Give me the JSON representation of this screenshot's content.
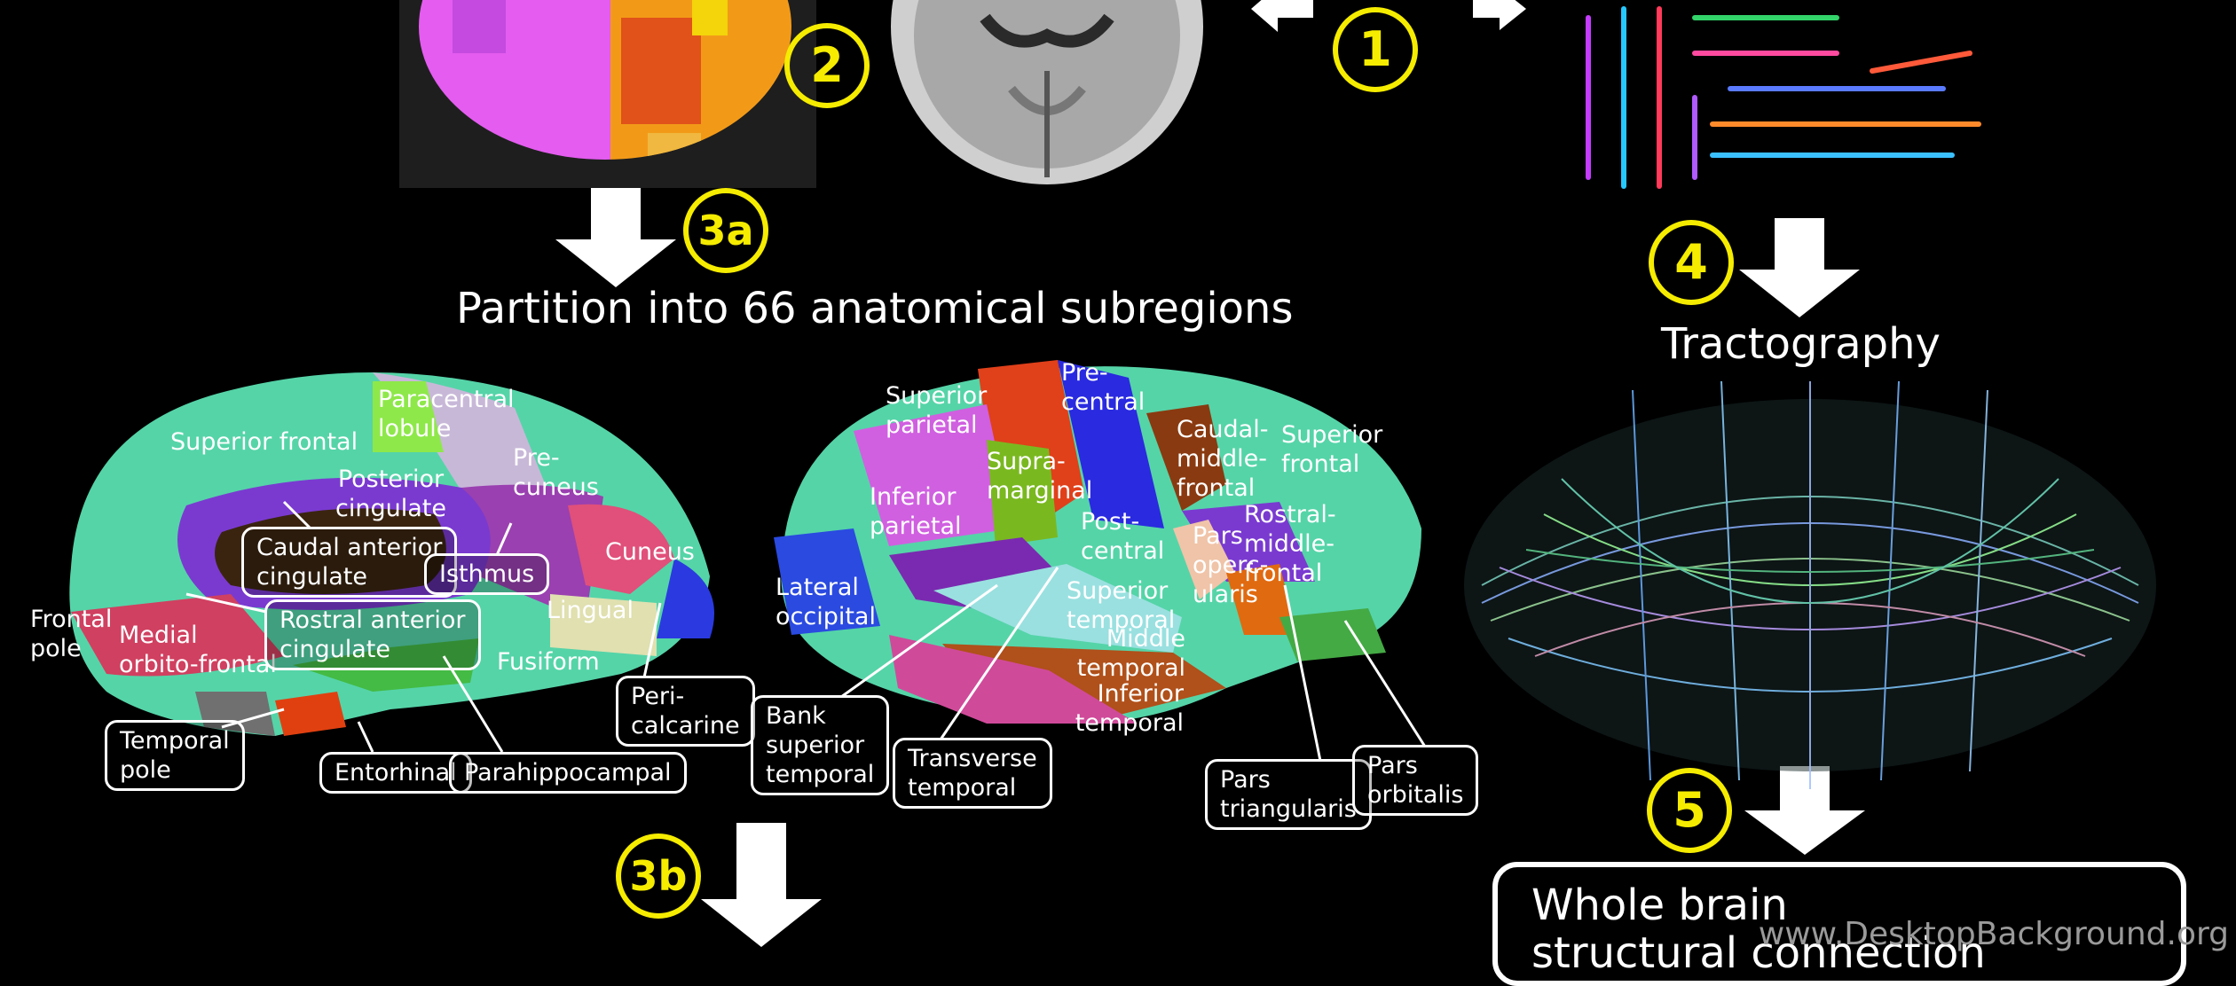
{
  "steps": {
    "s1": "1",
    "s2": "2",
    "s3a": "3a",
    "s3b": "3b",
    "s4": "4",
    "s5": "5"
  },
  "headings": {
    "partition": "Partition into 66 anatomical subregions",
    "tractography": "Tractography",
    "network": "Whole brain structural connection network"
  },
  "medial_labels": {
    "superior_frontal": "Superior frontal",
    "paracentral": "Paracentral\nlobule",
    "posterior_cingulate": "Posterior\ncingulate",
    "precuneus": "Pre-\ncuneus",
    "cuneus": "Cuneus",
    "lingual": "Lingual",
    "fusiform": "Fusiform",
    "frontal_pole": "Frontal\npole",
    "medial_orbitofrontal": "Medial\norbito-frontal"
  },
  "medial_boxes": {
    "caudal_anterior_cingulate": "Caudal anterior\ncingulate",
    "isthmus": "Isthmus",
    "rostral_anterior_cingulate": "Rostral anterior\ncingulate",
    "pericalcarine": "Peri-\ncalcarine",
    "temporal_pole": "Temporal\npole",
    "entorhinal": "Entorhinal",
    "parahippocampal": "Parahippocampal"
  },
  "lateral_labels": {
    "superior_parietal": "Superior\nparietal",
    "precentral": "Pre-\ncentral",
    "caudal_middle_frontal": "Caudal-\nmiddle-\nfrontal",
    "superior_frontal": "Superior\nfrontal",
    "supramarginal": "Supra-\nmarginal",
    "inferior_parietal": "Inferior\nparietal",
    "postcentral": "Post-\ncentral",
    "rostral_middle_frontal": "Rostral-\nmiddle-\nfrontal",
    "pars_opercularis": "Pars\noperc-\nularis",
    "lateral_occipital": "Lateral\noccipital",
    "superior_temporal": "Superior\ntemporal",
    "middle_temporal": "Middle\ntemporal",
    "inferior_temporal": "Inferior\ntemporal"
  },
  "lateral_boxes": {
    "bank_superior_temporal": "Bank\nsuperior\ntemporal",
    "transverse_temporal": "Transverse\ntemporal",
    "pars_triangularis": "Pars\ntriangularis",
    "pars_orbitalis": "Pars\norbitalis"
  },
  "watermark": "www.DesktopBackground.org",
  "colors": {
    "step_yellow": "#f5ec00",
    "background": "#000000",
    "arrow": "#ffffff"
  }
}
